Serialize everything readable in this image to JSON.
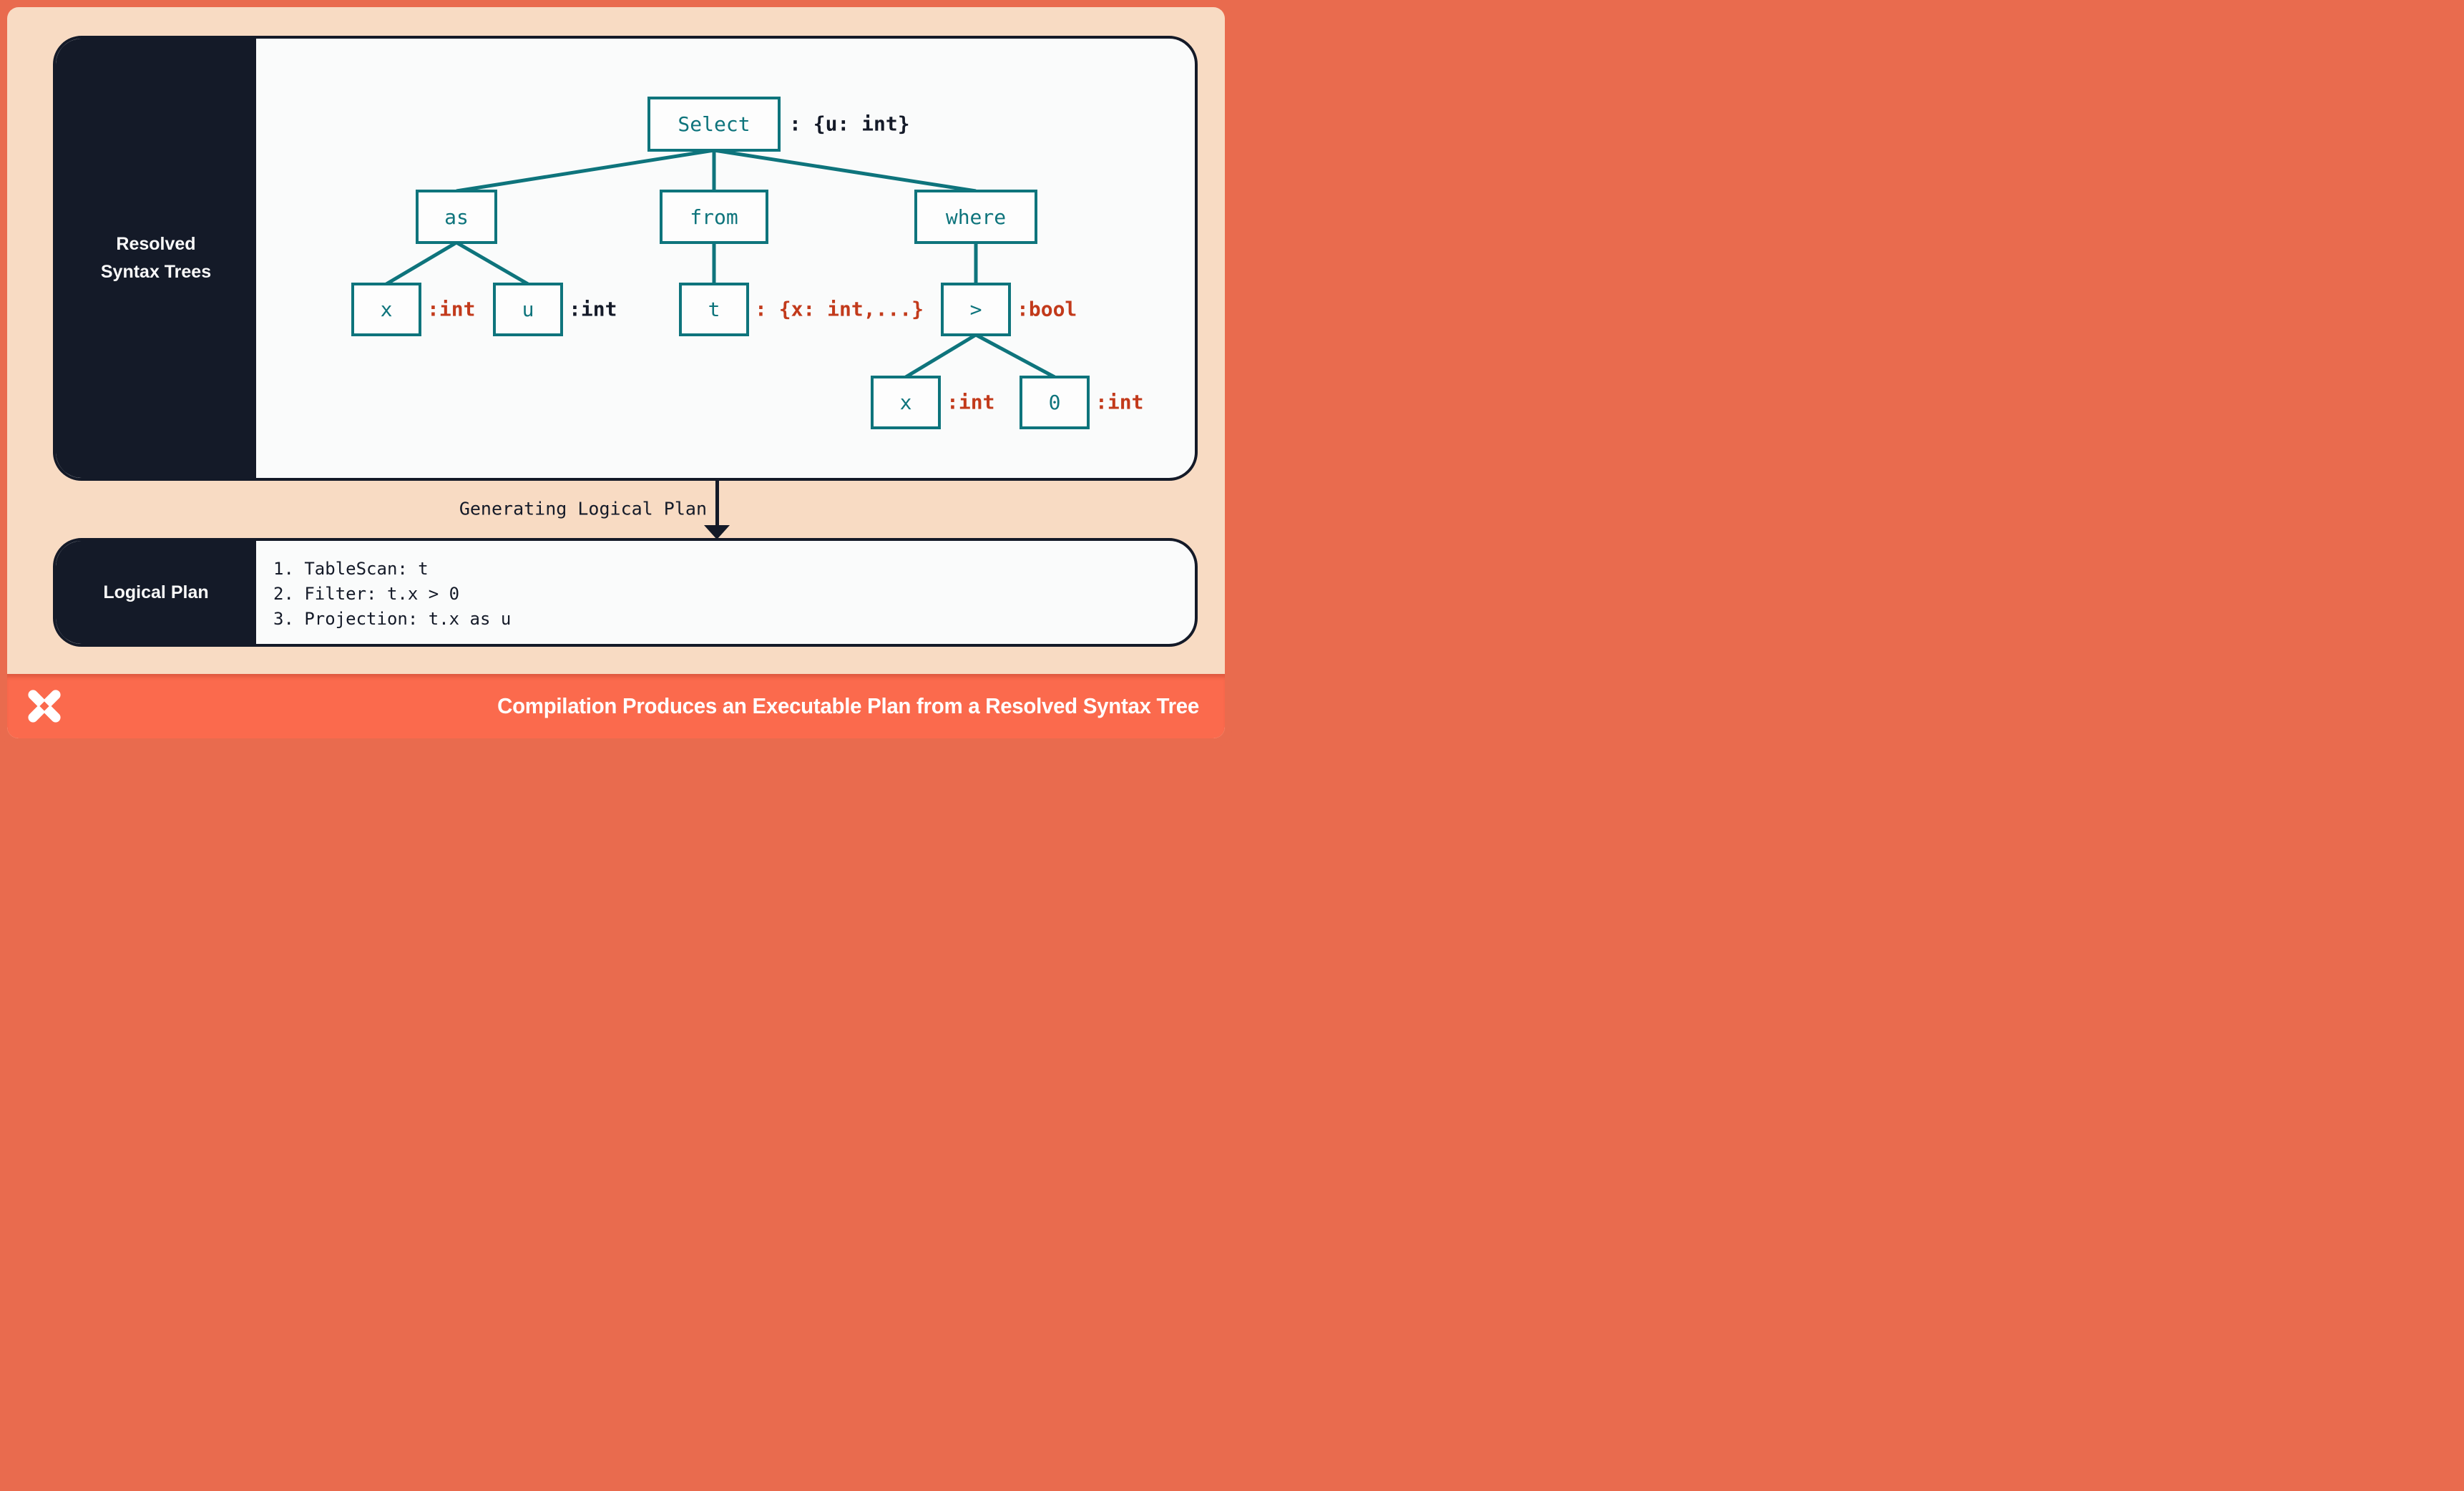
{
  "colors": {
    "frame_coral": "#e96b4e",
    "background_peach": "#f8dbc3",
    "panel_navy": "#141a28",
    "panel_white": "#fafbfb",
    "node_teal": "#0e747c",
    "type_rust": "#c23a1b",
    "footer_orange": "#fb6a4d",
    "text_white": "#ffffff"
  },
  "resolved_panel": {
    "sidebar_lines": [
      "Resolved",
      "Syntax Trees"
    ],
    "tree": {
      "nodes": {
        "select": {
          "label": "Select",
          "annotation": ": {u: int}",
          "annotation_color": "navy"
        },
        "as": {
          "label": "as"
        },
        "from": {
          "label": "from"
        },
        "where": {
          "label": "where"
        },
        "x_as": {
          "label": "x",
          "annotation": ":int",
          "annotation_color": "rust"
        },
        "u_as": {
          "label": "u",
          "annotation": ":int",
          "annotation_color": "navy"
        },
        "t": {
          "label": "t",
          "annotation": ": {x: int,...}",
          "annotation_color": "rust"
        },
        "gt": {
          "label": ">",
          "annotation": ":bool",
          "annotation_color": "rust"
        },
        "x_cmp": {
          "label": "x",
          "annotation": ":int",
          "annotation_color": "rust"
        },
        "zero": {
          "label": "0",
          "annotation": ":int",
          "annotation_color": "rust"
        }
      },
      "edges": [
        [
          "select",
          "as"
        ],
        [
          "select",
          "from"
        ],
        [
          "select",
          "where"
        ],
        [
          "as",
          "x_as"
        ],
        [
          "as",
          "u_as"
        ],
        [
          "from",
          "t"
        ],
        [
          "where",
          "gt"
        ],
        [
          "gt",
          "x_cmp"
        ],
        [
          "gt",
          "zero"
        ]
      ]
    }
  },
  "transition": {
    "label": "Generating Logical Plan",
    "arrow": "down"
  },
  "logical_plan_panel": {
    "sidebar_label": "Logical Plan",
    "steps": [
      "1. TableScan: t",
      "2. Filter: t.x > 0",
      "3. Projection: t.x as u"
    ]
  },
  "footer": {
    "logo_icon": "pinwheel-star-logo",
    "title": "Compilation Produces an Executable Plan from a Resolved Syntax Tree"
  }
}
